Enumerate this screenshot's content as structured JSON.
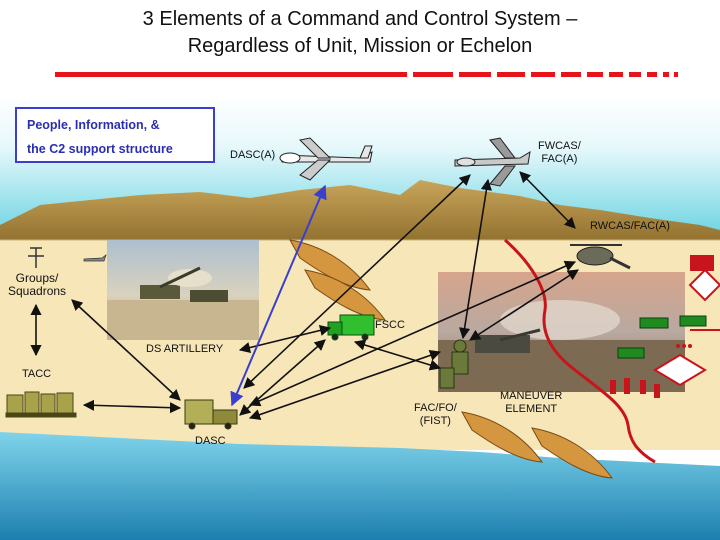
{
  "title": {
    "line1": "3 Elements of a Command and Control System –",
    "line2": "Regardless of Unit, Mission or Echelon"
  },
  "info_box": {
    "line1": "People, Information, &",
    "line2": "the C2 support structure"
  },
  "labels": {
    "dasc_a": "DASC(A)",
    "fwcas": "FWCAS/\nFAC(A)",
    "rwcas": "RWCAS/FAC(A)",
    "groups": "Groups/\nSquadrons",
    "tacc": "TACC",
    "ds_artillery": "DS ARTILLERY",
    "fscc": "FSCC",
    "dasc": "DASC",
    "fac": "FAC/FO/\n(FIST)",
    "maneuver": "MANEUVER\nELEMENT"
  },
  "colors": {
    "title_rule": "#e8141c",
    "box_border": "#3a3fd0",
    "box_text": "#2a2fb0",
    "sky_top": "#ffffff",
    "sky_bottom": "#5fd0df",
    "ground": "#f7e6b8",
    "mountains": "#b08a3a",
    "water": "#2aa5c8",
    "arrow": "#111111",
    "blue_arrow": "#3a3fd0",
    "red_line": "#c8141c"
  }
}
